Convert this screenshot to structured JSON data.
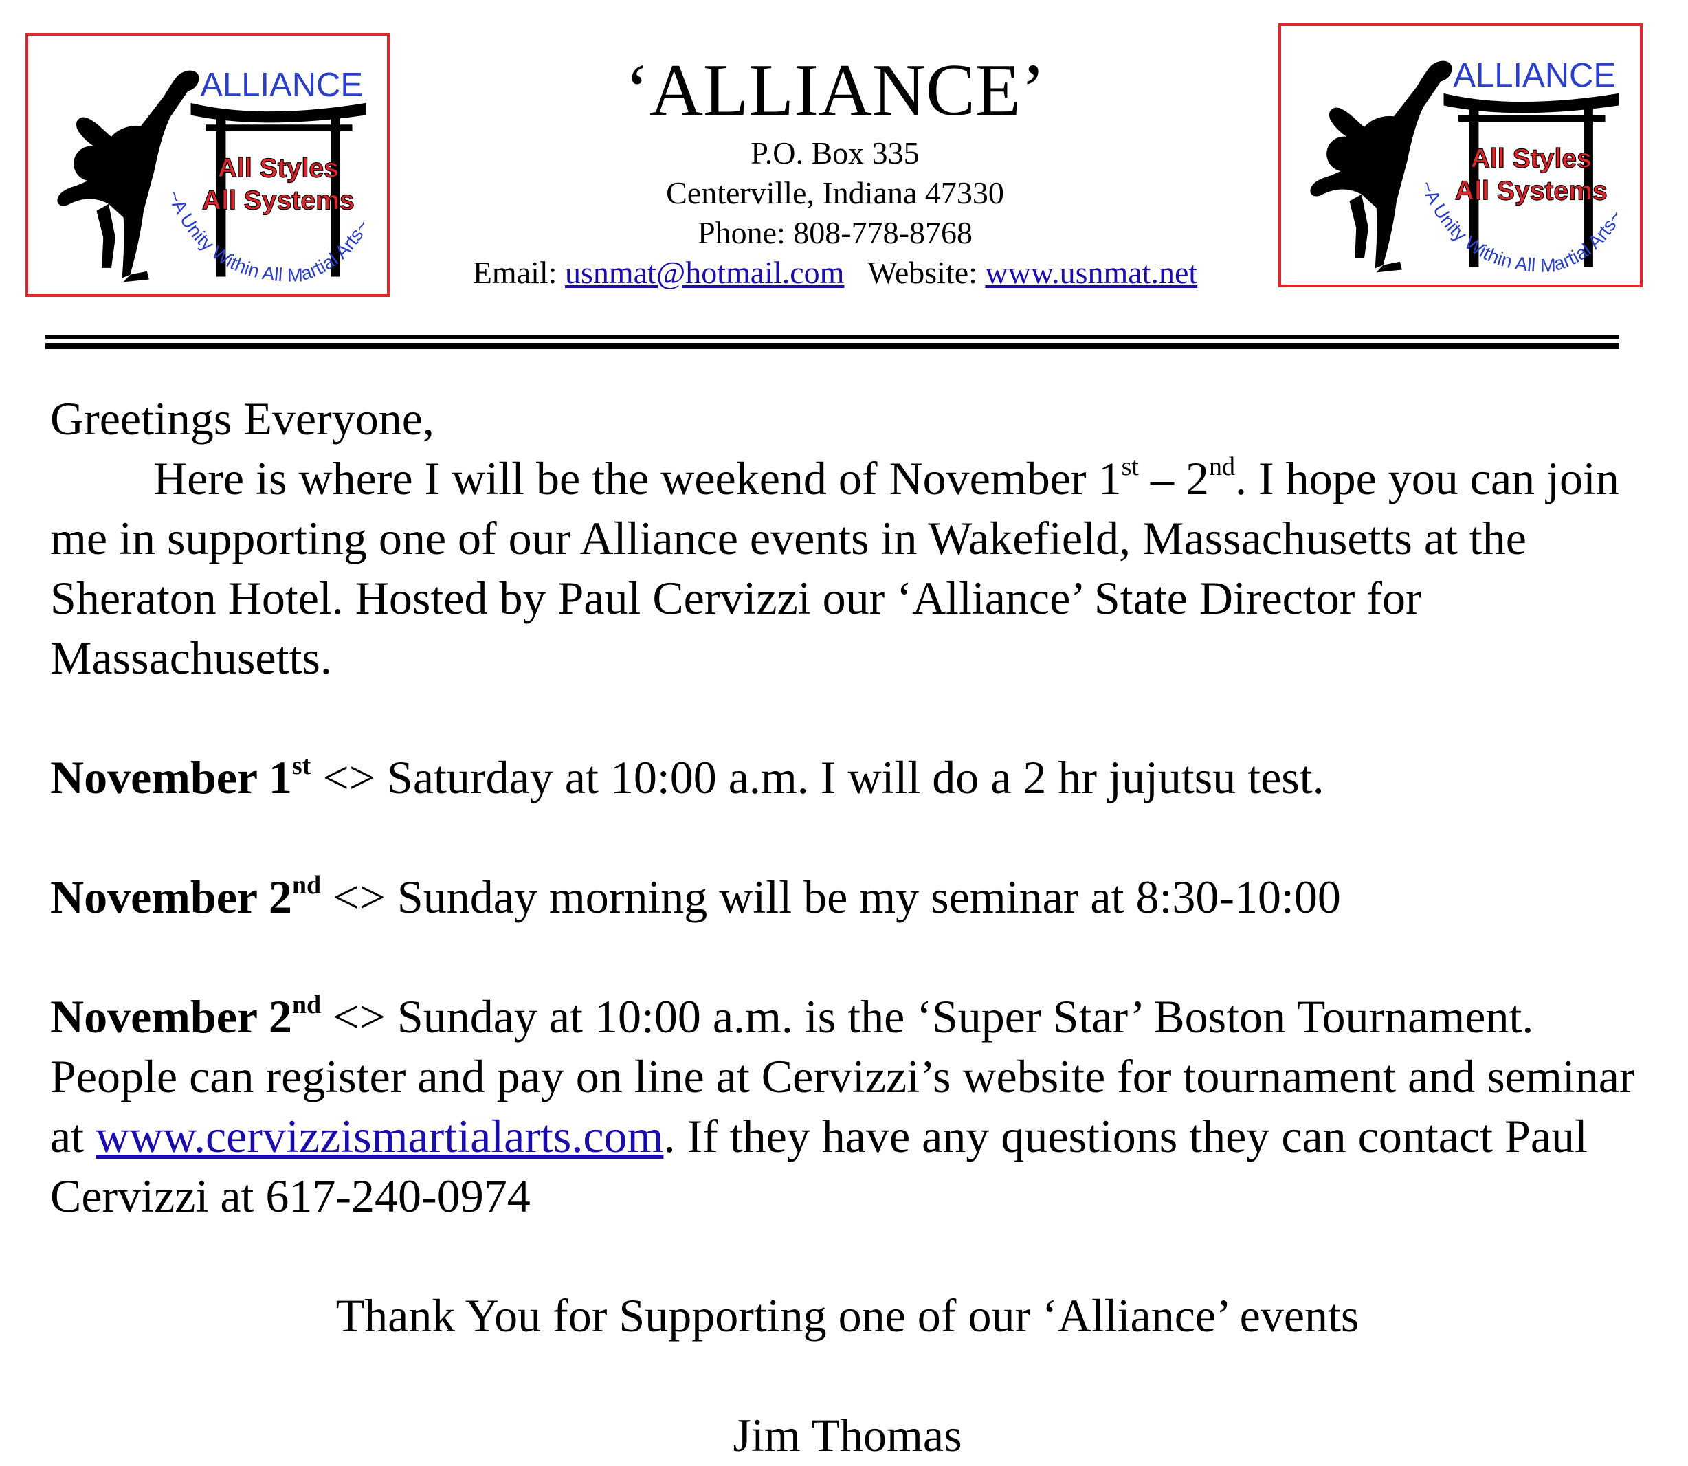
{
  "logo": {
    "title": "ALLIANCE",
    "center_line1": "All Styles",
    "center_line2": "All Systems",
    "motto": "~A Unity Within All Martial Arts~",
    "colors": {
      "border": "#e0262b",
      "text": "#2b3fc8",
      "figure": "#000000"
    }
  },
  "header": {
    "org_name": "‘ALLIANCE’",
    "po_box": "P.O. Box 335",
    "city": "Centerville, Indiana 47330",
    "phone": "Phone: 808-778-8768",
    "email_label": "Email:",
    "email": "usnmat@hotmail.com",
    "website_label": "Website:",
    "website": "www.usnmat.net"
  },
  "letter": {
    "greeting": "Greetings Everyone,",
    "intro_1": "Here is where I will be the weekend of November 1",
    "intro_sup1": "st",
    "intro_2": " – 2",
    "intro_sup2": "nd",
    "intro_3": ". I hope you can join me in supporting one of our Alliance events in Wakefield, Massachusetts at the Sheraton Hotel. Hosted by Paul Cervizzi our ‘Alliance’ State Director for Massachusetts.",
    "events": [
      {
        "date": "November 1",
        "sup": "st",
        "text": " <> Saturday at 10:00 a.m. I will do a 2 hr jujutsu test."
      },
      {
        "date": "November 2",
        "sup": "nd",
        "text": " <> Sunday morning will be my seminar at 8:30-10:00"
      },
      {
        "date": "November 2",
        "sup": "nd",
        "text": " <> Sunday at 10:00 a.m. is the ‘Super Star’ Boston Tournament. People can register and pay on line at Cervizzi’s website for tournament and seminar at ",
        "link": "www.cervizzismartialarts.com",
        "text_after": ". If they have any questions they can contact Paul Cervizzi at 617-240-0974"
      }
    ],
    "thanks": "Thank You for Supporting one of our ‘Alliance’ events",
    "signature": "Jim Thomas"
  }
}
